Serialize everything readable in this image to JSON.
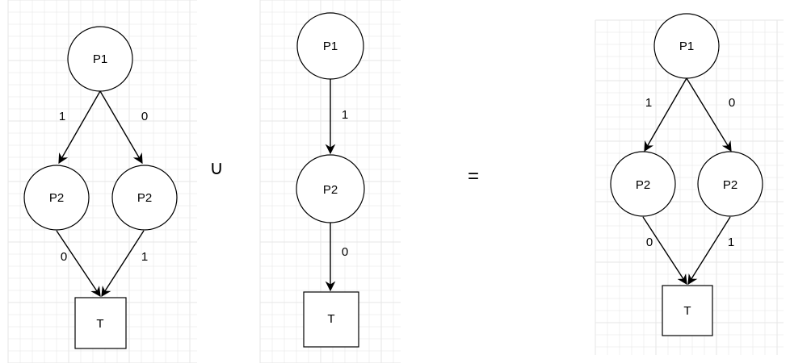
{
  "colors": {
    "grid": "#e6e6e6",
    "stroke": "#000000",
    "background": "#ffffff"
  },
  "operators": {
    "union": "∪",
    "equals": "="
  },
  "diagrams": [
    {
      "nodes": {
        "p1": "P1",
        "p2_left": "P2",
        "p2_right": "P2",
        "t": "T"
      },
      "edges": {
        "p1_p2_left": "1",
        "p1_p2_right": "0",
        "p2_left_t": "0",
        "p2_right_t": "1"
      }
    },
    {
      "nodes": {
        "p1": "P1",
        "p2": "P2",
        "t": "T"
      },
      "edges": {
        "p1_p2": "1",
        "p2_t": "0"
      }
    },
    {
      "nodes": {
        "p1": "P1",
        "p2_left": "P2",
        "p2_right": "P2",
        "t": "T"
      },
      "edges": {
        "p1_p2_left": "1",
        "p1_p2_right": "0",
        "p2_left_t": "0",
        "p2_right_t": "1"
      }
    }
  ]
}
